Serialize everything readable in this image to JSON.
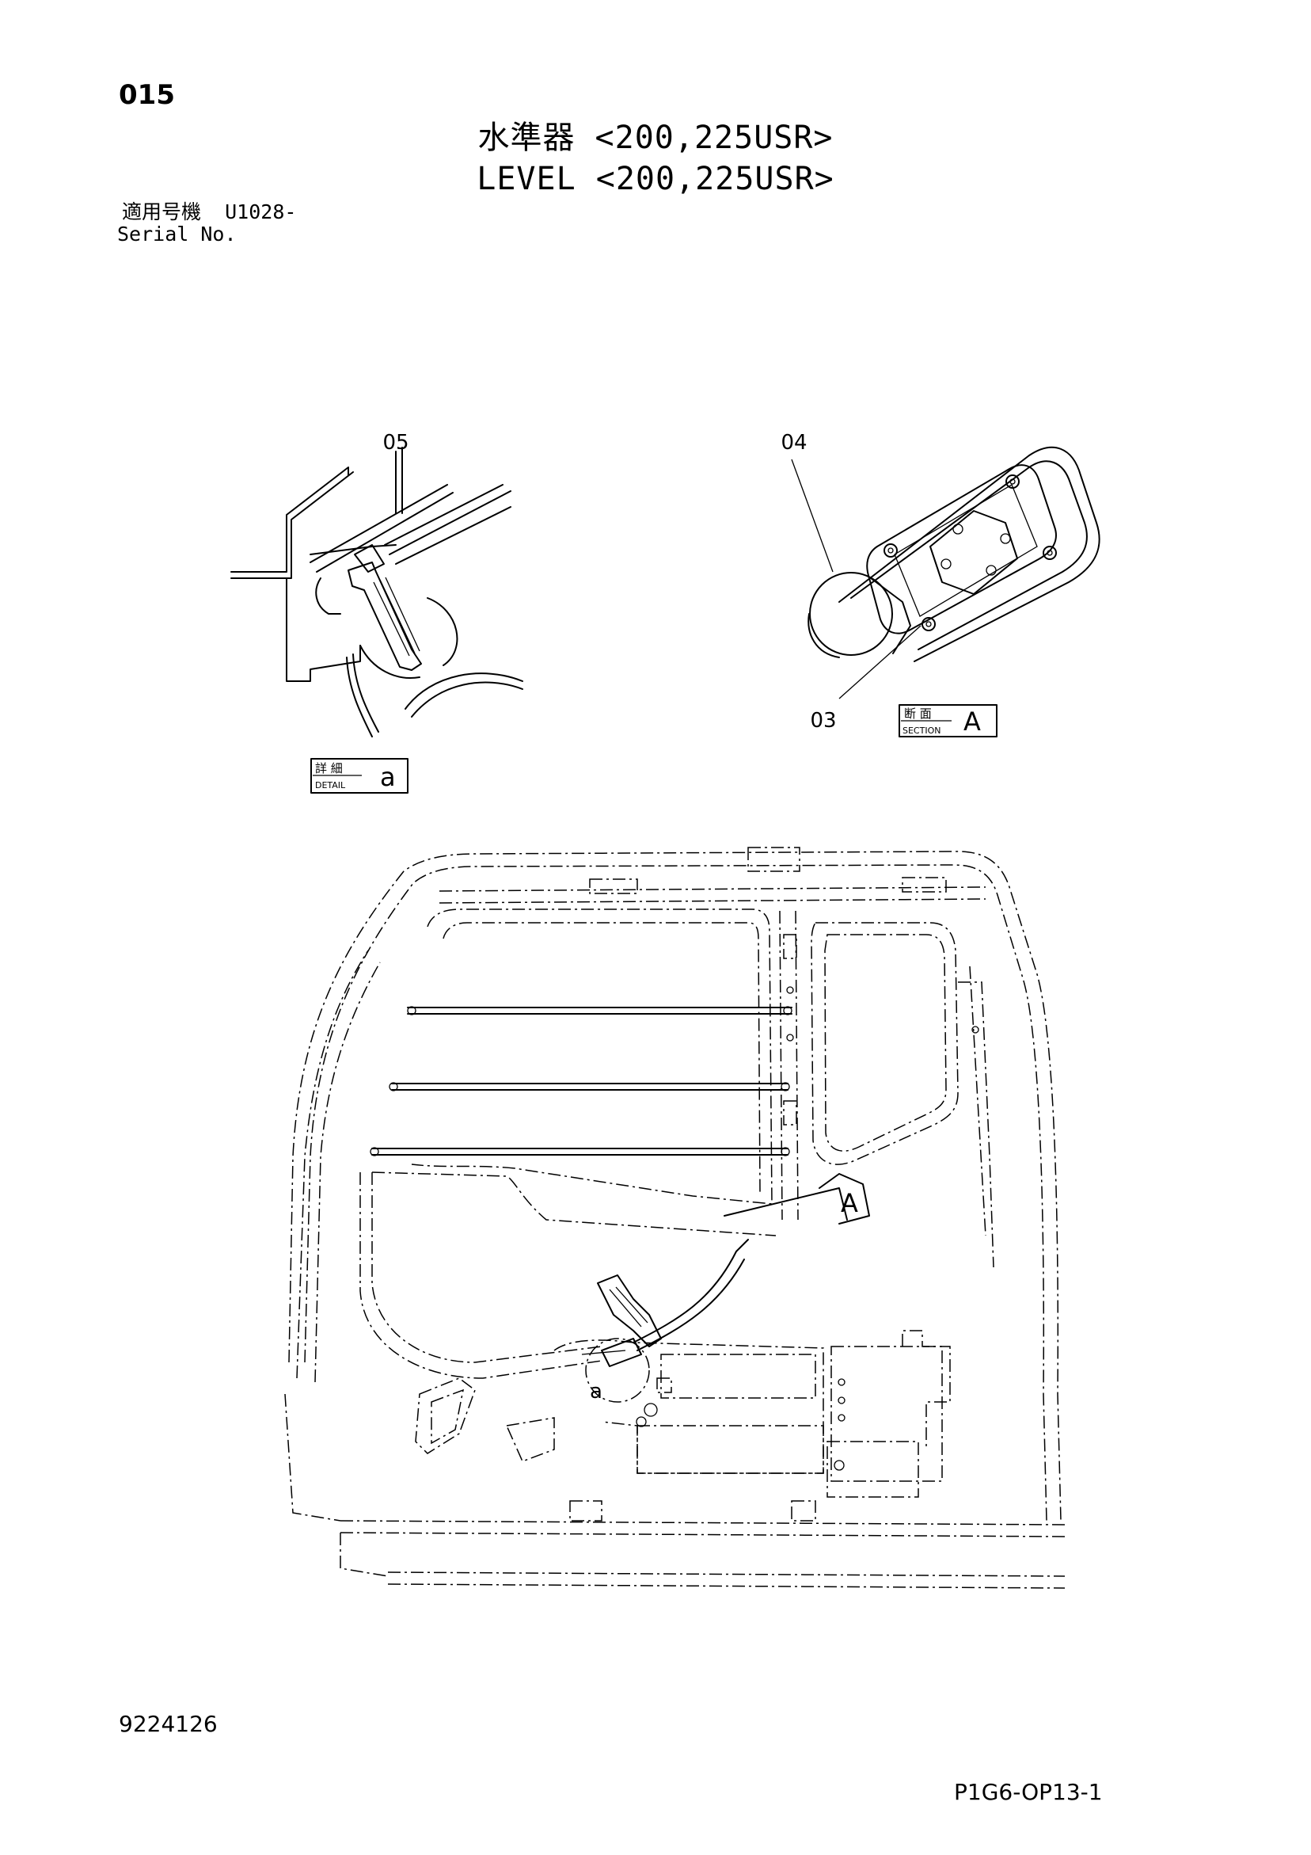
{
  "header": {
    "page_number": "015",
    "title_jp": "水準器 <200,225USR>",
    "title_en": "LEVEL <200,225USR>"
  },
  "serial": {
    "label_jp": "適用号機",
    "value": "U1028-",
    "label_en": "Serial No."
  },
  "callouts": {
    "part_05": "05",
    "part_04": "04",
    "part_03": "03",
    "detail_ref": "a",
    "section_ref": "A"
  },
  "detail_box": {
    "jp": "詳 細",
    "en": "DETAIL",
    "ref": "a"
  },
  "section_box": {
    "jp": "断 面",
    "en": "SECTION",
    "ref": "A"
  },
  "footer": {
    "doc_number": "9224126",
    "sheet_code": "P1G6-OP13-1"
  }
}
